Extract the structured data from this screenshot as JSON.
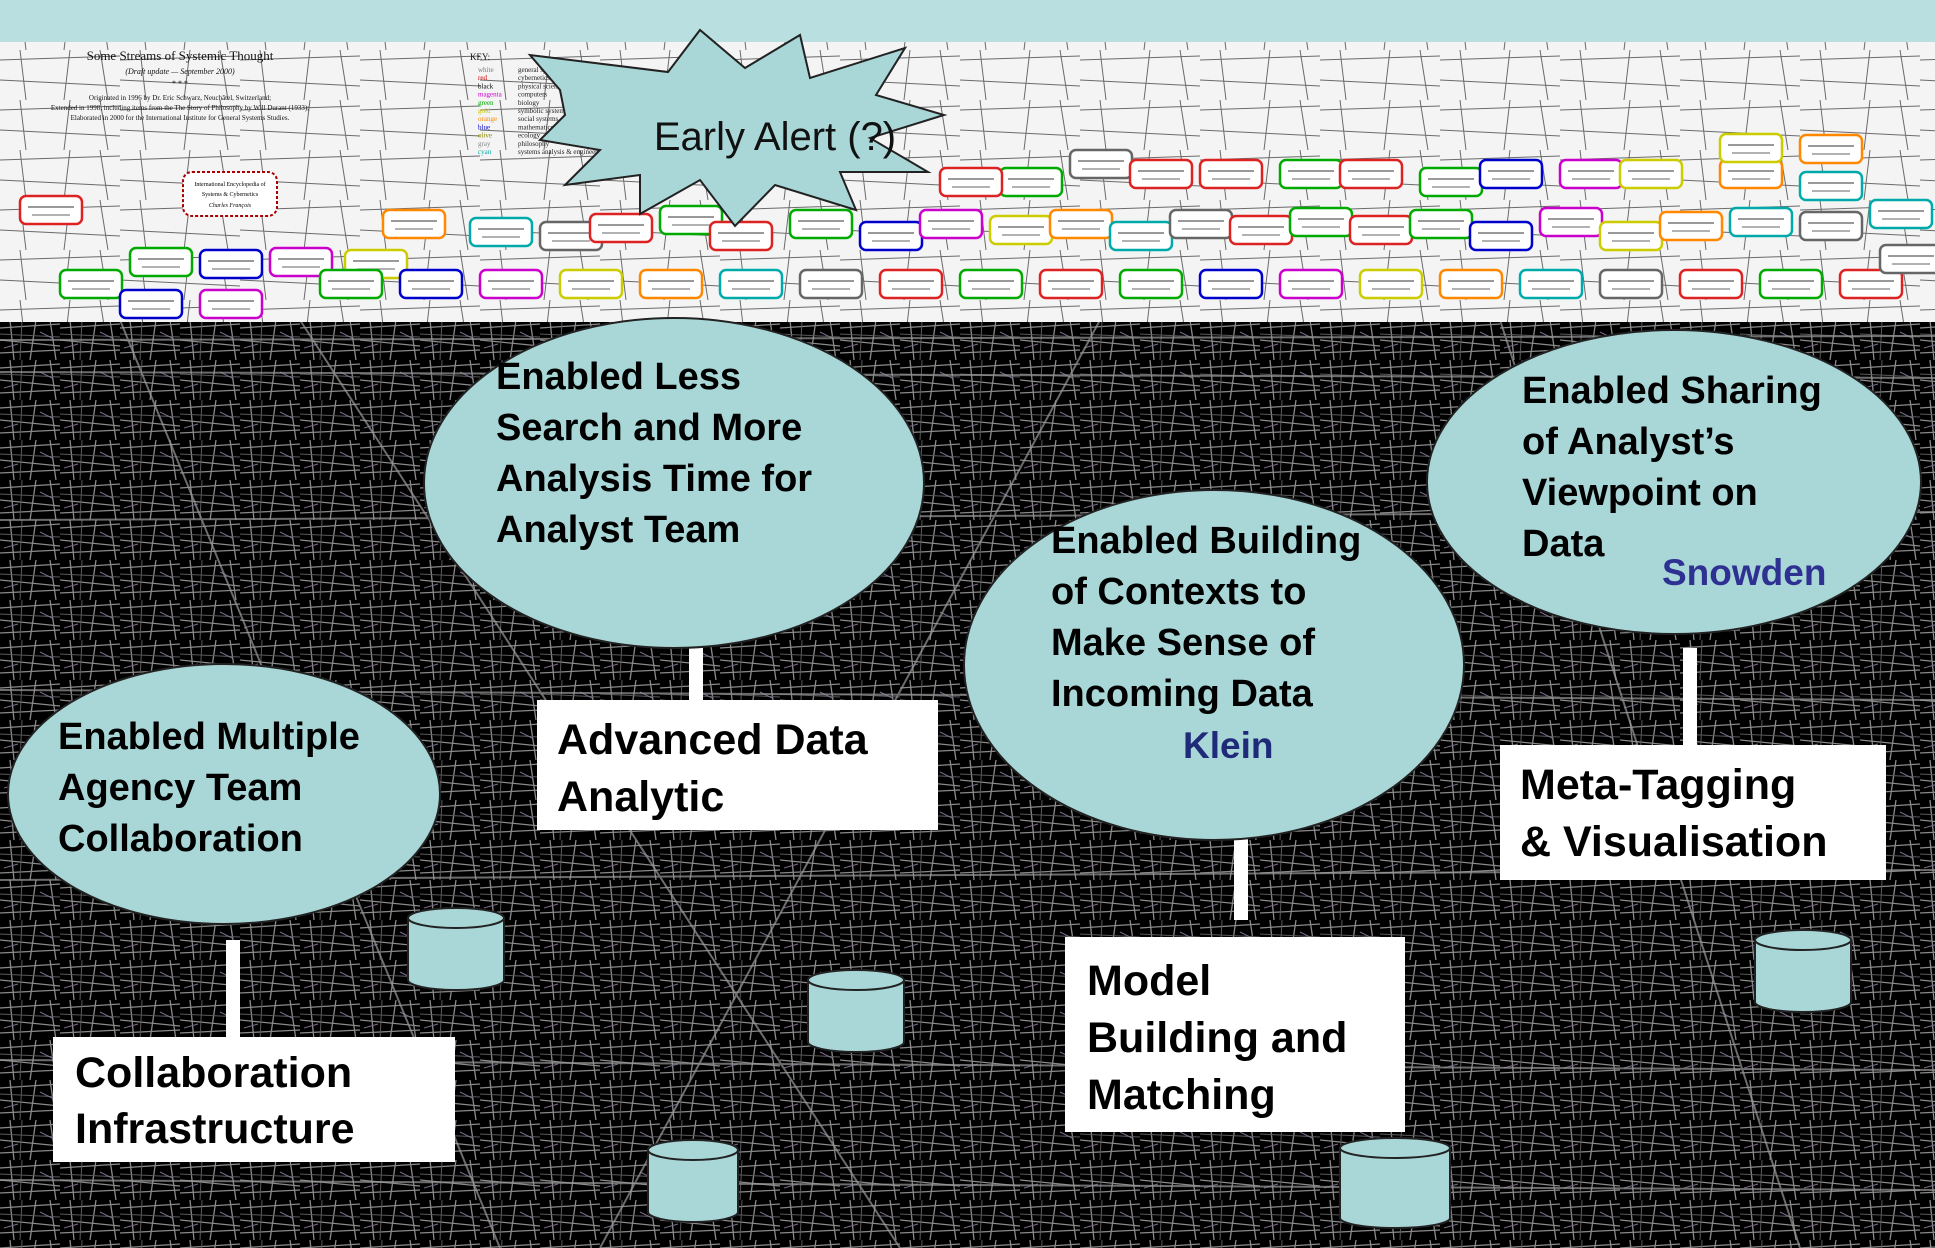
{
  "colors": {
    "header_bg": "#b9dfe0",
    "bubble_fill": "#a9d7d8",
    "person_name": "#2e3192",
    "box_fill": "#ffffff",
    "noise_bg": "#000000"
  },
  "header_note": "Early Alert (?)",
  "background_chart": {
    "title": "Some Streams of Systemic Thought",
    "subtitle": "(Draft update — September 2000)",
    "stars": "* * *",
    "notes": [
      "Originated in 1996 by Dr. Eric Schwarz, Neuchâtel, Switzerland;",
      "Extended in 1998, including items from the The Story of Philosophy by Will Durant (1933);",
      "Elaborated in 2000 for the International Institute for General Systems Studies."
    ],
    "key_label": "KEY:",
    "key_entries": [
      {
        "color_name": "white",
        "meaning": "general systems"
      },
      {
        "color_name": "red",
        "meaning": "cybernetics"
      },
      {
        "color_name": "black",
        "meaning": "physical sciences"
      },
      {
        "color_name": "magenta",
        "meaning": "computers"
      },
      {
        "color_name": "green",
        "meaning": "biology"
      },
      {
        "color_name": "gold",
        "meaning": "symbolic systems"
      },
      {
        "color_name": "orange",
        "meaning": "social systems"
      },
      {
        "color_name": "blue",
        "meaning": "mathematics"
      },
      {
        "color_name": "olive",
        "meaning": "ecology"
      },
      {
        "color_name": "gray",
        "meaning": "philosophy"
      },
      {
        "color_name": "cyan",
        "meaning": "systems analysis & engineering"
      }
    ],
    "encyclopedia": [
      "International Encyclopedia of",
      "Systems & Cybernetics",
      "Charles François"
    ]
  },
  "bubbles": [
    {
      "id": "multi-agency",
      "lines": [
        "Enabled Multiple",
        "Agency Team",
        "Collaboration"
      ],
      "person": ""
    },
    {
      "id": "less-search",
      "lines": [
        "Enabled Less",
        "Search  and More",
        "Analysis Time for",
        "Analyst Team"
      ],
      "person": ""
    },
    {
      "id": "contexts",
      "lines": [
        "Enabled Building",
        "of Contexts to",
        "Make Sense of",
        "Incoming Data"
      ],
      "person": "Klein"
    },
    {
      "id": "sharing",
      "lines": [
        "Enabled Sharing",
        "of Analyst’s",
        "Viewpoint on",
        "Data"
      ],
      "person": "Snowden"
    }
  ],
  "capabilities": [
    {
      "id": "collaboration",
      "lines": [
        "Collaboration",
        "Infrastructure"
      ]
    },
    {
      "id": "analytic",
      "lines": [
        "Advanced Data",
        "Analytic"
      ]
    },
    {
      "id": "model",
      "lines": [
        "Model",
        "Building and",
        "Matching"
      ]
    },
    {
      "id": "meta",
      "lines": [
        "Meta-Tagging",
        "& Visualisation"
      ]
    }
  ],
  "databases": [
    {
      "id": "db-1"
    },
    {
      "id": "db-2"
    },
    {
      "id": "db-3"
    },
    {
      "id": "db-4"
    },
    {
      "id": "db-5"
    }
  ]
}
